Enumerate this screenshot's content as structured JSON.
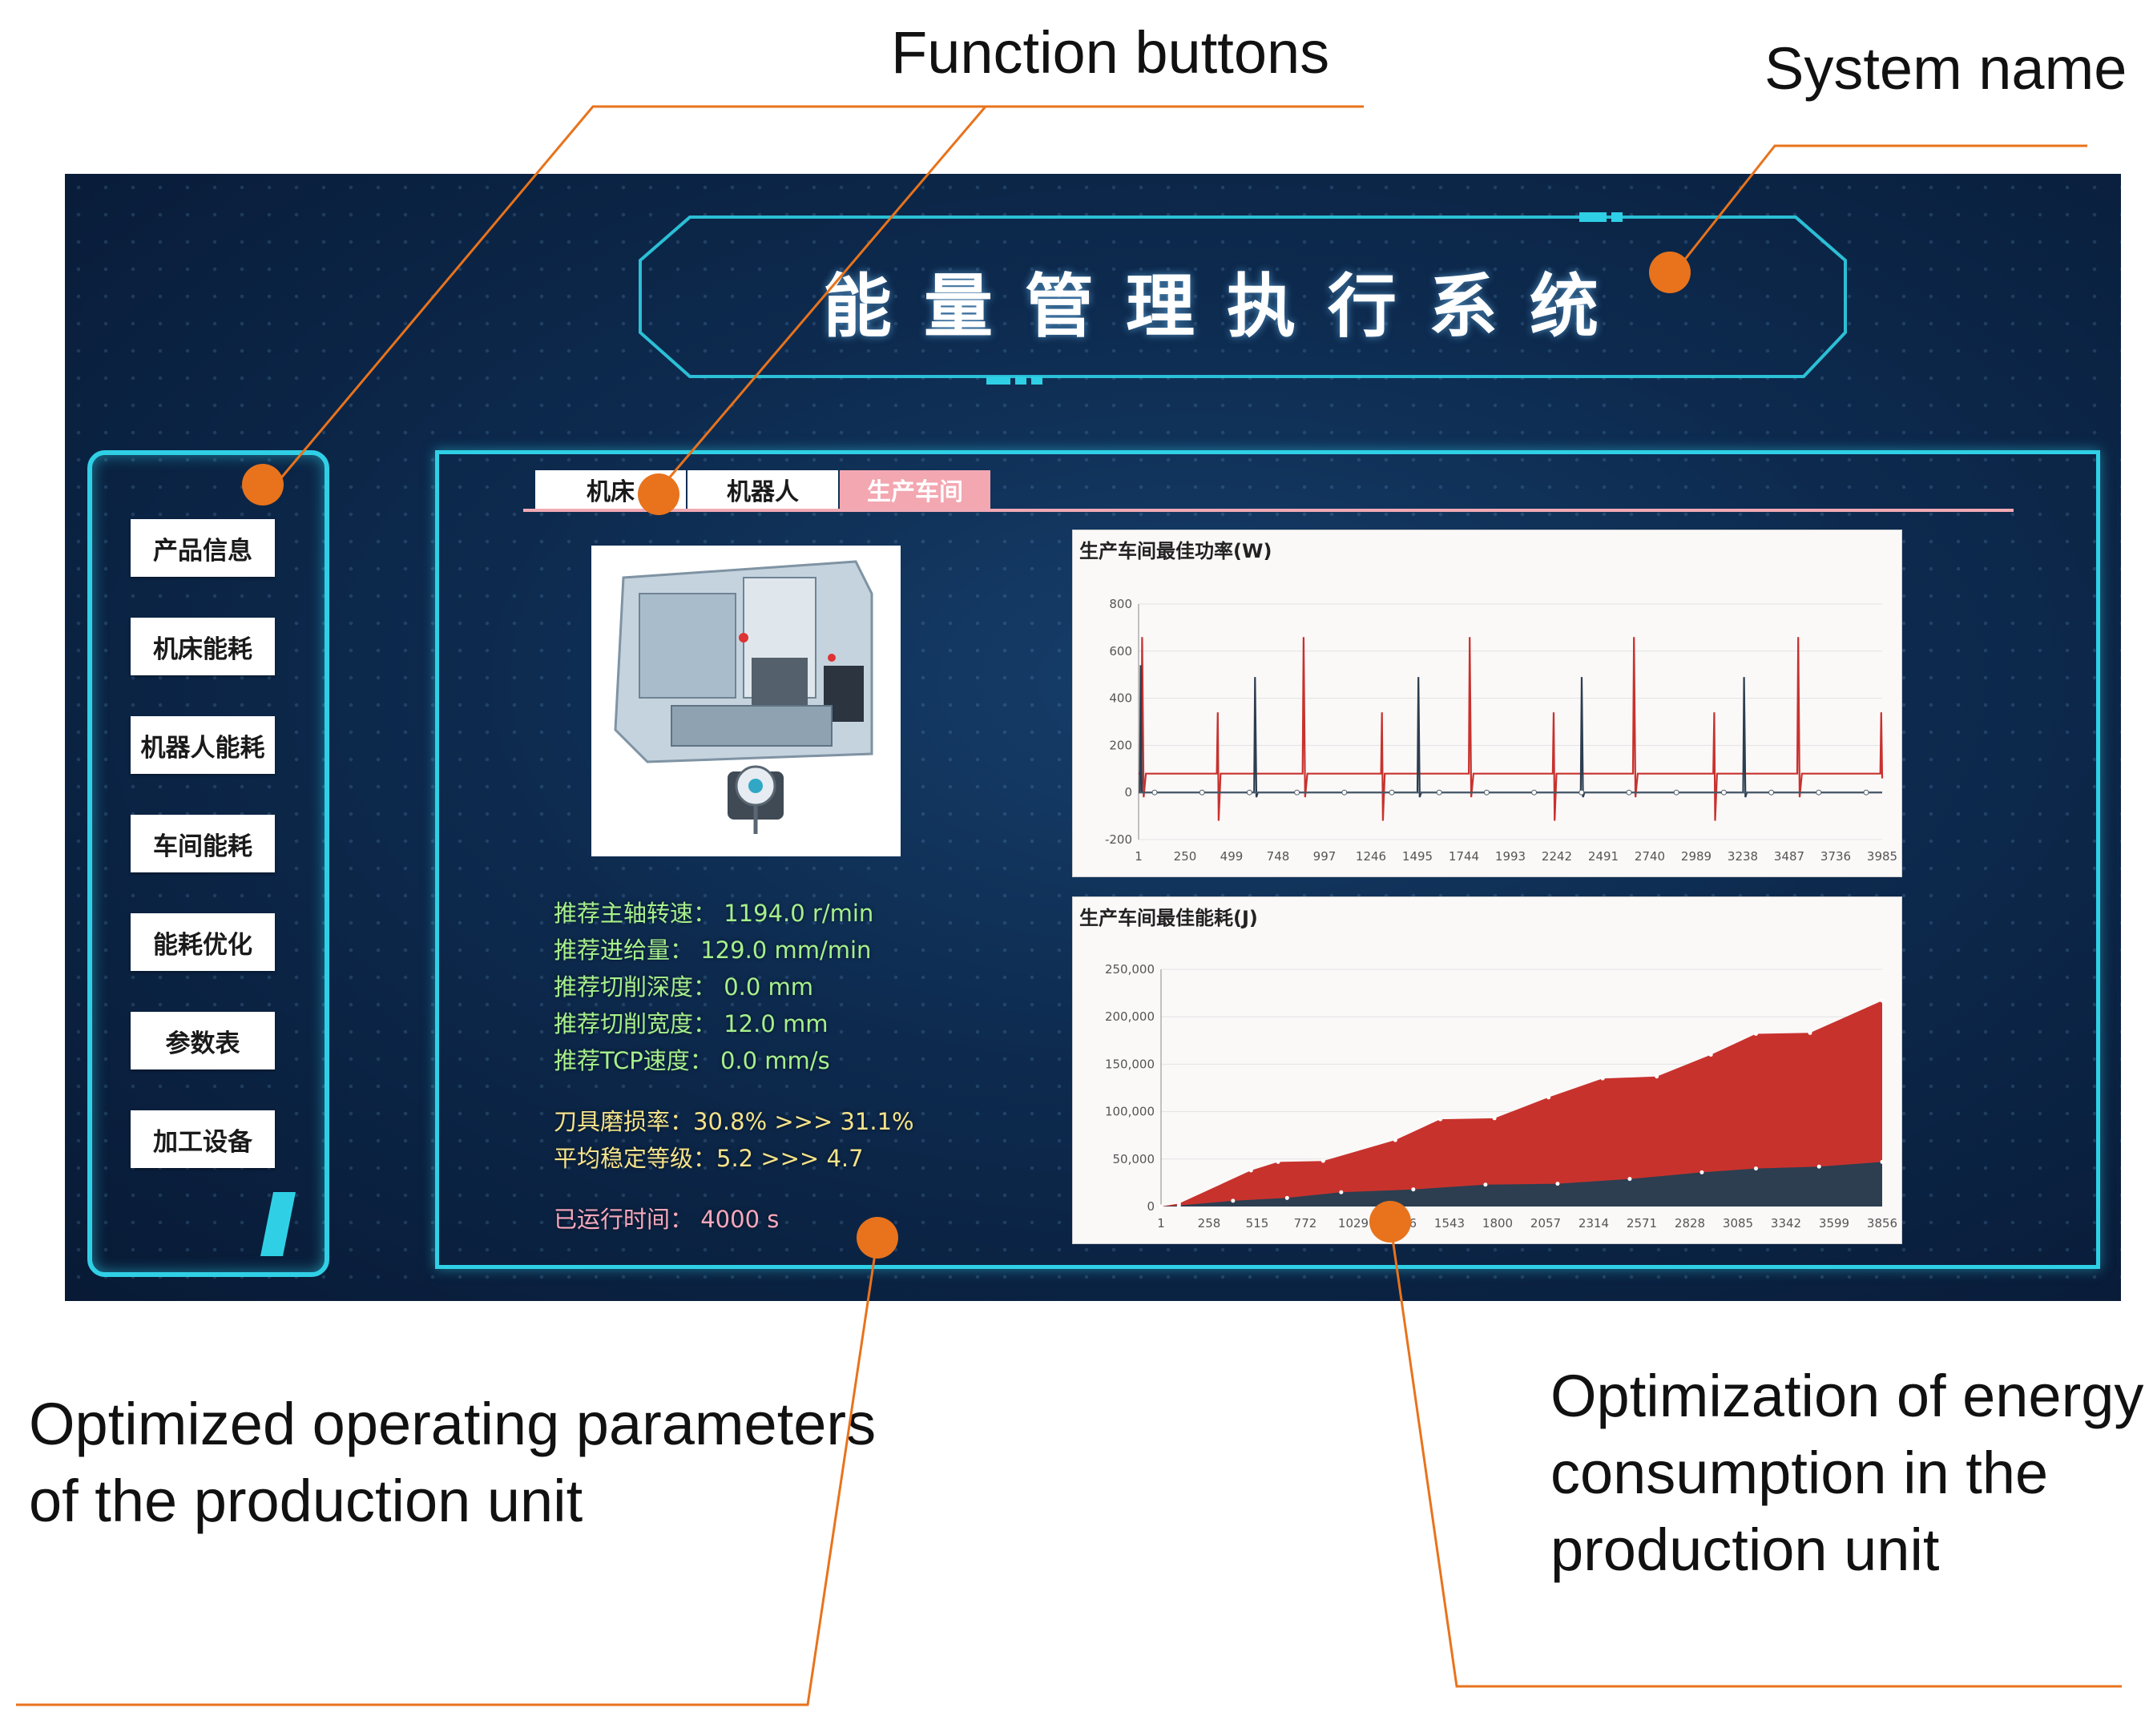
{
  "annotations": {
    "function_buttons": "Function buttons",
    "system_name": "System name",
    "parameters_line1": "Optimized operating parameters",
    "parameters_line2": "of the  production unit",
    "energy_line1": "Optimization of energy",
    "energy_line2": "consumption in the",
    "energy_line3": "production unit"
  },
  "header": {
    "title": "能量管理执行系统"
  },
  "sidebar": {
    "items": [
      {
        "label": "产品信息"
      },
      {
        "label": "机床能耗"
      },
      {
        "label": "机器人能耗"
      },
      {
        "label": "车间能耗"
      },
      {
        "label": "能耗优化"
      },
      {
        "label": "参数表"
      },
      {
        "label": "加工设备"
      }
    ]
  },
  "tabs": [
    {
      "label": "机床",
      "active": false
    },
    {
      "label": "机器人",
      "active": false
    },
    {
      "label": "生产车间",
      "active": true
    }
  ],
  "params": {
    "spindle_speed": "推荐主轴转速：  1194.0 r/min",
    "feed": "推荐进给量：  129.0 mm/min",
    "cut_depth": "推荐切削深度：  0.0 mm",
    "cut_width": "推荐切削宽度：  12.0 mm",
    "tcp_speed": "推荐TCP速度：  0.0 mm/s",
    "tool_wear": "刀具磨损率：30.8% >>> 31.1%",
    "stability": "平均稳定等级：5.2 >>> 4.7",
    "runtime": "已运行时间：  4000 s"
  },
  "colors": {
    "accent_cyan": "#2fd0e6",
    "active_tab": "#f3a7b1",
    "series_red": "#c8322d",
    "series_dark": "#2c3e50",
    "annotation_line": "#e8731c"
  },
  "chart_data": [
    {
      "type": "line",
      "title": "生产车间最佳功率(W)",
      "xlabel": "",
      "ylabel": "",
      "xlim": [
        1,
        3985
      ],
      "ylim": [
        -200,
        800
      ],
      "yticks": [
        800,
        600,
        400,
        200,
        0,
        -200
      ],
      "ytick_labels": [
        "800",
        "600",
        "400",
        "200",
        "0",
        "-200"
      ],
      "xtick_labels": [
        "1",
        "250",
        "499",
        "748",
        "997",
        "1246",
        "1495",
        "1744",
        "1993",
        "2242",
        "2491",
        "2740",
        "2989",
        "3238",
        "3487",
        "3736",
        "3985"
      ],
      "grid": true,
      "legend": "none",
      "series": [
        {
          "color": "#c8322d",
          "baseline": 80,
          "points": [
            [
              1,
              80
            ],
            [
              15,
              80
            ],
            [
              20,
              660
            ],
            [
              28,
              -20
            ],
            [
              40,
              80
            ],
            [
              420,
              80
            ],
            [
              425,
              340
            ],
            [
              430,
              -120
            ],
            [
              440,
              80
            ],
            [
              880,
              80
            ],
            [
              885,
              660
            ],
            [
              893,
              -20
            ],
            [
              905,
              80
            ],
            [
              1300,
              80
            ],
            [
              1305,
              340
            ],
            [
              1310,
              -120
            ],
            [
              1320,
              80
            ],
            [
              1770,
              80
            ],
            [
              1775,
              660
            ],
            [
              1783,
              -20
            ],
            [
              1795,
              80
            ],
            [
              2220,
              80
            ],
            [
              2225,
              340
            ],
            [
              2230,
              -120
            ],
            [
              2240,
              80
            ],
            [
              2650,
              80
            ],
            [
              2655,
              660
            ],
            [
              2663,
              -20
            ],
            [
              2675,
              80
            ],
            [
              3080,
              80
            ],
            [
              3085,
              340
            ],
            [
              3090,
              -120
            ],
            [
              3100,
              80
            ],
            [
              3530,
              80
            ],
            [
              3535,
              660
            ],
            [
              3543,
              -20
            ],
            [
              3555,
              80
            ],
            [
              3975,
              80
            ],
            [
              3980,
              340
            ],
            [
              3985,
              60
            ]
          ]
        },
        {
          "color": "#2c3e50",
          "baseline": 0,
          "points": [
            [
              1,
              0
            ],
            [
              8,
              0
            ],
            [
              12,
              540
            ],
            [
              18,
              0
            ],
            [
              620,
              0
            ],
            [
              625,
              490
            ],
            [
              632,
              -20
            ],
            [
              640,
              0
            ],
            [
              1495,
              0
            ],
            [
              1500,
              490
            ],
            [
              1507,
              -20
            ],
            [
              1515,
              0
            ],
            [
              2370,
              0
            ],
            [
              2375,
              490
            ],
            [
              2382,
              -20
            ],
            [
              2390,
              0
            ],
            [
              3240,
              0
            ],
            [
              3245,
              490
            ],
            [
              3252,
              -20
            ],
            [
              3260,
              0
            ],
            [
              3985,
              0
            ]
          ]
        }
      ]
    },
    {
      "type": "area",
      "title": "生产车间最佳能耗(J)",
      "xlabel": "",
      "ylabel": "",
      "xlim": [
        1,
        4000
      ],
      "ylim": [
        0,
        250000
      ],
      "yticks": [
        250000,
        200000,
        150000,
        100000,
        50000,
        0
      ],
      "ytick_labels": [
        "250,000",
        "200,000",
        "150,000",
        "100,000",
        "50,000",
        "0"
      ],
      "xtick_labels": [
        "1",
        "258",
        "515",
        "772",
        "1029",
        "1286",
        "1543",
        "1800",
        "2057",
        "2314",
        "2571",
        "2828",
        "3085",
        "3342",
        "3599",
        "3856"
      ],
      "grid": true,
      "legend": "none",
      "series": [
        {
          "color": "#c8322d",
          "points": [
            [
              1,
              0
            ],
            [
              100,
              3000
            ],
            [
              500,
              38000
            ],
            [
              650,
              47000
            ],
            [
              900,
              48000
            ],
            [
              1300,
              70000
            ],
            [
              1550,
              92000
            ],
            [
              1850,
              93000
            ],
            [
              2150,
              115000
            ],
            [
              2450,
              135000
            ],
            [
              2750,
              137000
            ],
            [
              3050,
              160000
            ],
            [
              3300,
              182000
            ],
            [
              3600,
              183000
            ],
            [
              4000,
              217000
            ]
          ]
        },
        {
          "color": "#2c3e50",
          "points": [
            [
              1,
              0
            ],
            [
              100,
              1000
            ],
            [
              400,
              6000
            ],
            [
              700,
              9000
            ],
            [
              1000,
              15000
            ],
            [
              1400,
              18000
            ],
            [
              1800,
              23000
            ],
            [
              2200,
              24000
            ],
            [
              2600,
              29000
            ],
            [
              3000,
              36000
            ],
            [
              3300,
              40000
            ],
            [
              3650,
              42000
            ],
            [
              4000,
              47000
            ]
          ]
        }
      ]
    }
  ]
}
